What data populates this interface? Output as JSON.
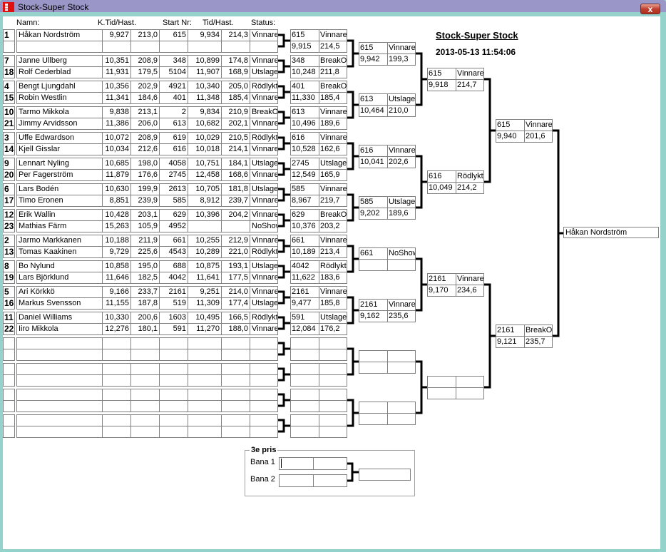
{
  "window": {
    "title": "Stock-Super Stock",
    "close_label": "x"
  },
  "headers": {
    "name": "Namn:",
    "ktid": "K.Tid/Hast.",
    "start": "Start Nr:",
    "tid": "Tid/Hast.",
    "status": "Status:"
  },
  "event": {
    "title": "Stock-Super Stock",
    "datetime": "2013-05-13 11:54:06"
  },
  "pairs": [
    {
      "rows": [
        {
          "seed": "1",
          "name": "Håkan Nordström",
          "kt": "9,927",
          "kh": "213,0",
          "start": "615",
          "tid": "9,934",
          "hast": "214,3",
          "status": "Vinnare"
        },
        {
          "seed": "",
          "name": "",
          "kt": "",
          "kh": "",
          "start": "",
          "tid": "",
          "hast": "",
          "status": ""
        }
      ]
    },
    {
      "rows": [
        {
          "seed": "7",
          "name": "Janne Ullberg",
          "kt": "10,351",
          "kh": "208,9",
          "start": "348",
          "tid": "10,899",
          "hast": "174,8",
          "status": "Vinnare"
        },
        {
          "seed": "18",
          "name": "Rolf Cederblad",
          "kt": "11,931",
          "kh": "179,5",
          "start": "5104",
          "tid": "11,907",
          "hast": "168,9",
          "status": "Utslagen"
        }
      ]
    },
    {
      "rows": [
        {
          "seed": "4",
          "name": "Bengt Ljungdahl",
          "kt": "10,356",
          "kh": "202,9",
          "start": "4921",
          "tid": "10,340",
          "hast": "205,0",
          "status": "Rödlykta"
        },
        {
          "seed": "15",
          "name": "Robin Westlin",
          "kt": "11,341",
          "kh": "184,6",
          "start": "401",
          "tid": "11,348",
          "hast": "185,4",
          "status": "Vinnare"
        }
      ]
    },
    {
      "rows": [
        {
          "seed": "10",
          "name": "Tarmo Mikkola",
          "kt": "9,838",
          "kh": "213,1",
          "start": "2",
          "tid": "9,834",
          "hast": "210,9",
          "status": "BreakOut"
        },
        {
          "seed": "21",
          "name": "Jimmy Arvidsson",
          "kt": "11,386",
          "kh": "206,0",
          "start": "613",
          "tid": "10,682",
          "hast": "202,1",
          "status": "Vinnare"
        }
      ]
    },
    {
      "rows": [
        {
          "seed": "3",
          "name": "Uffe Edwardson",
          "kt": "10,072",
          "kh": "208,9",
          "start": "619",
          "tid": "10,029",
          "hast": "210,5",
          "status": "Rödlykta"
        },
        {
          "seed": "14",
          "name": "Kjell Gisslar",
          "kt": "10,034",
          "kh": "212,6",
          "start": "616",
          "tid": "10,018",
          "hast": "214,1",
          "status": "Vinnare"
        }
      ]
    },
    {
      "rows": [
        {
          "seed": "9",
          "name": "Lennart Nyling",
          "kt": "10,685",
          "kh": "198,0",
          "start": "4058",
          "tid": "10,751",
          "hast": "184,1",
          "status": "Utslagen"
        },
        {
          "seed": "20",
          "name": "Per Fagerström",
          "kt": "11,879",
          "kh": "176,6",
          "start": "2745",
          "tid": "12,458",
          "hast": "168,6",
          "status": "Vinnare"
        }
      ]
    },
    {
      "rows": [
        {
          "seed": "6",
          "name": "Lars Bodén",
          "kt": "10,630",
          "kh": "199,9",
          "start": "2613",
          "tid": "10,705",
          "hast": "181,8",
          "status": "Utslagen"
        },
        {
          "seed": "17",
          "name": "Timo Eronen",
          "kt": "8,851",
          "kh": "239,9",
          "start": "585",
          "tid": "8,912",
          "hast": "239,7",
          "status": "Vinnare"
        }
      ]
    },
    {
      "rows": [
        {
          "seed": "12",
          "name": "Erik Wallin",
          "kt": "10,428",
          "kh": "203,1",
          "start": "629",
          "tid": "10,396",
          "hast": "204,2",
          "status": "Vinnare"
        },
        {
          "seed": "23",
          "name": "Mathias Färm",
          "kt": "15,263",
          "kh": "105,9",
          "start": "4952",
          "tid": "",
          "hast": "",
          "status": "NoShow"
        }
      ]
    },
    {
      "rows": [
        {
          "seed": "2",
          "name": "Jarmo Markkanen",
          "kt": "10,188",
          "kh": "211,9",
          "start": "661",
          "tid": "10,255",
          "hast": "212,9",
          "status": "Vinnare"
        },
        {
          "seed": "13",
          "name": "Tomas Kaakinen",
          "kt": "9,729",
          "kh": "225,6",
          "start": "4543",
          "tid": "10,289",
          "hast": "221,0",
          "status": "Rödlykta"
        }
      ]
    },
    {
      "rows": [
        {
          "seed": "8",
          "name": "Bo Nylund",
          "kt": "10,858",
          "kh": "195,0",
          "start": "688",
          "tid": "10,875",
          "hast": "193,1",
          "status": "Utslagen"
        },
        {
          "seed": "19",
          "name": "Lars Björklund",
          "kt": "11,646",
          "kh": "182,5",
          "start": "4042",
          "tid": "11,641",
          "hast": "177,5",
          "status": "Vinnare"
        }
      ]
    },
    {
      "rows": [
        {
          "seed": "5",
          "name": "Ari Körkkö",
          "kt": "9,166",
          "kh": "233,7",
          "start": "2161",
          "tid": "9,251",
          "hast": "214,0",
          "status": "Vinnare"
        },
        {
          "seed": "16",
          "name": "Markus Svensson",
          "kt": "11,155",
          "kh": "187,8",
          "start": "519",
          "tid": "11,309",
          "hast": "177,4",
          "status": "Utslagen"
        }
      ]
    },
    {
      "rows": [
        {
          "seed": "11",
          "name": "Daniel Williams",
          "kt": "10,330",
          "kh": "200,6",
          "start": "1603",
          "tid": "10,495",
          "hast": "166,5",
          "status": "Rödlykta"
        },
        {
          "seed": "22",
          "name": "Iiro Mikkola",
          "kt": "12,276",
          "kh": "180,1",
          "start": "591",
          "tid": "11,270",
          "hast": "188,0",
          "status": "Vinnare"
        }
      ]
    },
    {
      "rows": [
        {
          "seed": "",
          "name": "",
          "kt": "",
          "kh": "",
          "start": "",
          "tid": "",
          "hast": "",
          "status": ""
        },
        {
          "seed": "",
          "name": "",
          "kt": "",
          "kh": "",
          "start": "",
          "tid": "",
          "hast": "",
          "status": ""
        }
      ]
    },
    {
      "rows": [
        {
          "seed": "",
          "name": "",
          "kt": "",
          "kh": "",
          "start": "",
          "tid": "",
          "hast": "",
          "status": ""
        },
        {
          "seed": "",
          "name": "",
          "kt": "",
          "kh": "",
          "start": "",
          "tid": "",
          "hast": "",
          "status": ""
        }
      ]
    },
    {
      "rows": [
        {
          "seed": "",
          "name": "",
          "kt": "",
          "kh": "",
          "start": "",
          "tid": "",
          "hast": "",
          "status": ""
        },
        {
          "seed": "",
          "name": "",
          "kt": "",
          "kh": "",
          "start": "",
          "tid": "",
          "hast": "",
          "status": ""
        }
      ]
    },
    {
      "rows": [
        {
          "seed": "",
          "name": "",
          "kt": "",
          "kh": "",
          "start": "",
          "tid": "",
          "hast": "",
          "status": ""
        },
        {
          "seed": "",
          "name": "",
          "kt": "",
          "kh": "",
          "start": "",
          "tid": "",
          "hast": "",
          "status": ""
        }
      ]
    }
  ],
  "rounds": [
    [
      {
        "start": "615",
        "status": "Vinnare",
        "tid": "9,915",
        "hast": "214,5"
      },
      {
        "start": "348",
        "status": "BreakOut",
        "tid": "10,248",
        "hast": "211,8"
      },
      {
        "start": "401",
        "status": "BreakOut",
        "tid": "11,330",
        "hast": "185,4"
      },
      {
        "start": "613",
        "status": "Vinnare",
        "tid": "10,496",
        "hast": "189,6"
      },
      {
        "start": "616",
        "status": "Vinnare",
        "tid": "10,528",
        "hast": "162,6"
      },
      {
        "start": "2745",
        "status": "Utslagen",
        "tid": "12,549",
        "hast": "165,9"
      },
      {
        "start": "585",
        "status": "Vinnare",
        "tid": "8,967",
        "hast": "219,7"
      },
      {
        "start": "629",
        "status": "BreakOut",
        "tid": "10,376",
        "hast": "203,2"
      },
      {
        "start": "661",
        "status": "Vinnare",
        "tid": "10,189",
        "hast": "213,4"
      },
      {
        "start": "4042",
        "status": "Rödlykta",
        "tid": "11,622",
        "hast": "183,6"
      },
      {
        "start": "2161",
        "status": "Vinnare",
        "tid": "9,477",
        "hast": "185,8"
      },
      {
        "start": "591",
        "status": "Utslagen",
        "tid": "12,084",
        "hast": "176,2"
      },
      {
        "start": "",
        "status": "",
        "tid": "",
        "hast": ""
      },
      {
        "start": "",
        "status": "",
        "tid": "",
        "hast": ""
      },
      {
        "start": "",
        "status": "",
        "tid": "",
        "hast": ""
      },
      {
        "start": "",
        "status": "",
        "tid": "",
        "hast": ""
      }
    ],
    [
      {
        "start": "615",
        "status": "Vinnare",
        "tid": "9,942",
        "hast": "199,3"
      },
      {
        "start": "613",
        "status": "Utslagen",
        "tid": "10,464",
        "hast": "210,0"
      },
      {
        "start": "616",
        "status": "Vinnare",
        "tid": "10,041",
        "hast": "202,6"
      },
      {
        "start": "585",
        "status": "Utslagen",
        "tid": "9,202",
        "hast": "189,6"
      },
      {
        "start": "661",
        "status": "NoShow",
        "tid": "",
        "hast": ""
      },
      {
        "start": "2161",
        "status": "Vinnare",
        "tid": "9,162",
        "hast": "235,6"
      },
      {
        "start": "",
        "status": "",
        "tid": "",
        "hast": ""
      },
      {
        "start": "",
        "status": "",
        "tid": "",
        "hast": ""
      }
    ],
    [
      {
        "start": "615",
        "status": "Vinnare",
        "tid": "9,918",
        "hast": "214,7"
      },
      {
        "start": "616",
        "status": "Rödlykta",
        "tid": "10,049",
        "hast": "214,2"
      },
      {
        "start": "2161",
        "status": "Vinnare",
        "tid": "9,170",
        "hast": "234,6"
      },
      {
        "start": "",
        "status": "",
        "tid": "",
        "hast": ""
      }
    ],
    [
      {
        "start": "615",
        "status": "Vinnare",
        "tid": "9,940",
        "hast": "201,6"
      },
      {
        "start": "2161",
        "status": "BreakOut",
        "tid": "9,121",
        "hast": "235,7"
      }
    ]
  ],
  "winner": "Håkan Nordström",
  "third_place": {
    "legend": "3e pris",
    "lane1_label": "Bana 1",
    "lane2_label": "Bana 2",
    "lane1": [
      "",
      ""
    ],
    "lane2": [
      "",
      ""
    ],
    "result": ""
  }
}
